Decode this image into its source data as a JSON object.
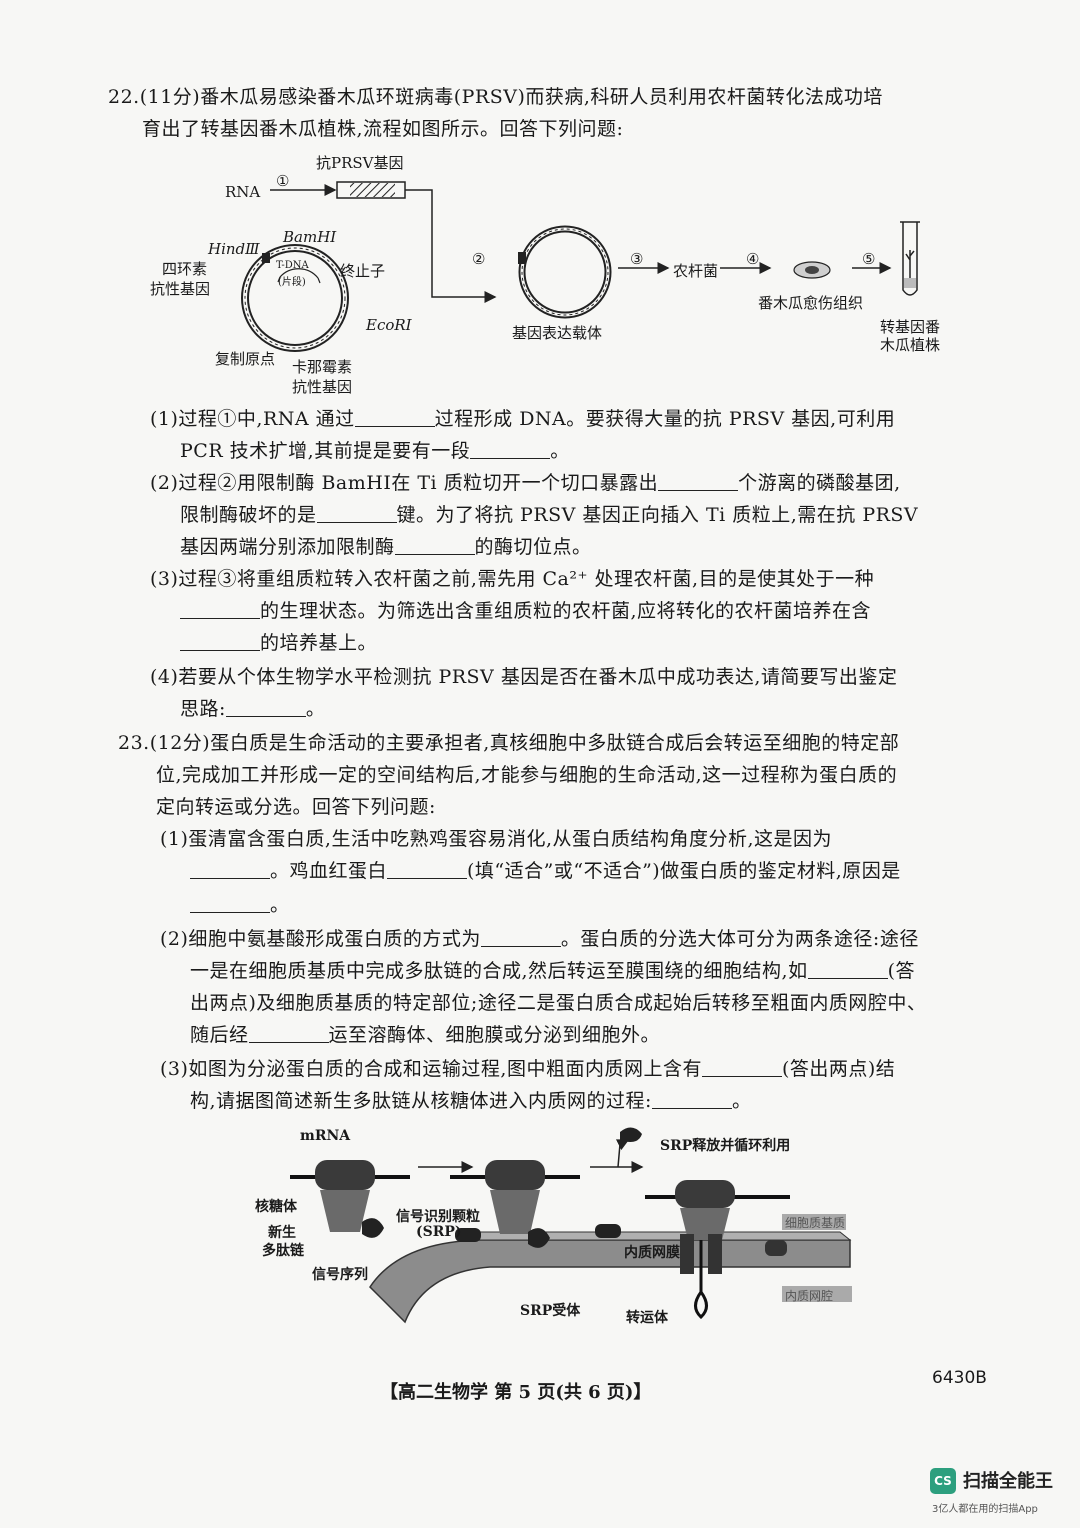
{
  "q22": {
    "line1": "22.(11分)番木瓜易感染番木瓜环斑病毒(PRSV)而获病,科研人员利用农杆菌转化法成功培",
    "line2": "育出了转基因番木瓜植株,流程如图所示。回答下列问题:",
    "diagram": {
      "rna": "RNA",
      "step1": "①",
      "gene": "抗PRSV基因",
      "hind": "HindⅢ",
      "bam": "BamHⅠ",
      "tet": "四环素",
      "tet2": "抗性基因",
      "tdna": "T-DNA",
      "tdna2": "(片段)",
      "terminator": "终止子",
      "ecor": "EcoRⅠ",
      "ori": "复制原点",
      "kan": "卡那霉素",
      "kan2": "抗性基因",
      "step2": "②",
      "vector": "基因表达载体",
      "step3": "③",
      "agro": "农杆菌",
      "step4": "④",
      "callus": "番木瓜愈伤组织",
      "step5": "⑤",
      "plant": "转基因番",
      "plant2": "木瓜植株"
    },
    "p1a": "(1)过程①中,RNA 通过",
    "p1b": "过程形成 DNA。要获得大量的抗 PRSV 基因,可利用",
    "p1c": "PCR 技术扩增,其前提是要有一段",
    "p1d": "。",
    "p2a": "(2)过程②用限制酶 BamHⅠ在 Ti 质粒切开一个切口暴露出",
    "p2b": "个游离的磷酸基团,",
    "p2c": "限制酶破坏的是",
    "p2d": "键。为了将抗 PRSV 基因正向插入 Ti 质粒上,需在抗 PRSV",
    "p2e": "基因两端分别添加限制酶",
    "p2f": "的酶切位点。",
    "p3a": "(3)过程③将重组质粒转入农杆菌之前,需先用 Ca²⁺ 处理农杆菌,目的是使其处于一种",
    "p3b": "的生理状态。为筛选出含重组质粒的农杆菌,应将转化的农杆菌培养在含",
    "p3c": "的培养基上。",
    "p4a": "(4)若要从个体生物学水平检测抗 PRSV 基因是否在番木瓜中成功表达,请简要写出鉴定",
    "p4b": "思路:",
    "p4c": "。"
  },
  "q23": {
    "line1": "23.(12分)蛋白质是生命活动的主要承担者,真核细胞中多肽链合成后会转运至细胞的特定部",
    "line2": "位,完成加工并形成一定的空间结构后,才能参与细胞的生命活动,这一过程称为蛋白质的",
    "line3": "定向转运或分选。回答下列问题:",
    "p1a": "(1)蛋清富含蛋白质,生活中吃熟鸡蛋容易消化,从蛋白质结构角度分析,这是因为",
    "p1b": "。鸡血红蛋白",
    "p1c": "(填“适合”或“不适合”)做蛋白质的鉴定材料,原因是",
    "p1d": "。",
    "p2a": "(2)细胞中氨基酸形成蛋白质的方式为",
    "p2b": "。蛋白质的分选大体可分为两条途径:途径",
    "p2c": "一是在细胞质基质中完成多肽链的合成,然后转运至膜围绕的细胞结构,如",
    "p2d": "(答",
    "p2e": "出两点)及细胞质基质的特定部位;途径二是蛋白质合成起始后转移至粗面内质网腔中、",
    "p2f": "随后经",
    "p2g": "运至溶酶体、细胞膜或分泌到细胞外。",
    "p3a": "(3)如图为分泌蛋白质的合成和运输过程,图中粗面内质网上含有",
    "p3b": "(答出两点)结",
    "p3c": "构,请据图简述新生多肽链从核糖体进入内质网的过程:",
    "p3d": "。",
    "figure": {
      "mrna": "mRNA",
      "srp_release": "SRP释放并循环利用",
      "ribosome": "核糖体",
      "nascent": "新生",
      "nascent2": "多肽链",
      "signal": "信号序列",
      "srp": "信号识别颗粒",
      "srp2": "(SRP)",
      "er_membrane": "内质网膜",
      "cytosol": "细胞质基质",
      "er_lumen": "内质网腔",
      "receptor": "SRP受体",
      "transporter": "转运体"
    }
  },
  "footer": "【高二生物学  第 5 页(共 6 页)】",
  "code": "6430B",
  "scanner": {
    "logo": "CS",
    "name": "扫描全能王",
    "tagline": "3亿人都在用的扫描App"
  }
}
